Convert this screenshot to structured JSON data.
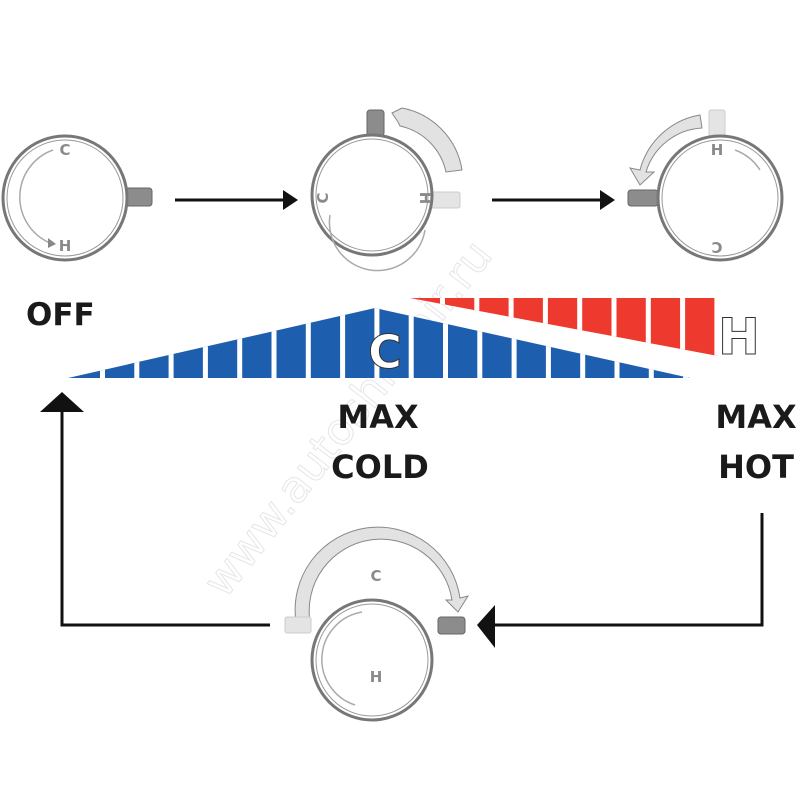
{
  "labels": {
    "off": "OFF",
    "max_cold_1": "MAX",
    "max_cold_2": "COLD",
    "max_hot_1": "MAX",
    "max_hot_2": "HOT"
  },
  "knob_letters": {
    "cold": "C",
    "hot": "H"
  },
  "scale_letters": {
    "cold": "C",
    "hot": "H"
  },
  "watermark": "www.autoshinmir.ru",
  "colors": {
    "cold": "#1d5fae",
    "hot": "#ee3a2e",
    "knob_stub_active": "#8c8c8c",
    "knob_stub_inactive": "#e4e4e4",
    "rotation_arrow": "#e2e2e2",
    "flow_arrow": "#111111"
  },
  "icons": [
    "knob-off-icon",
    "knob-max-cold-icon",
    "knob-max-hot-icon",
    "knob-return-icon",
    "flow-arrow-icon",
    "rotation-arrow-icon"
  ]
}
